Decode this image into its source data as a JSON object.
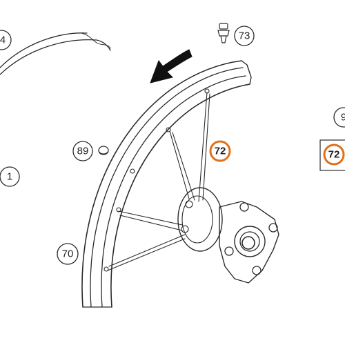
{
  "callouts": {
    "c4": "4",
    "c73": "73",
    "c89": "89",
    "c1": "1",
    "c72_main": "72",
    "c72_side": "72",
    "c70": "70",
    "c9": "9"
  },
  "colors": {
    "highlight": "#e0701c",
    "line": "#2a2a2a",
    "background": "#ffffff"
  }
}
